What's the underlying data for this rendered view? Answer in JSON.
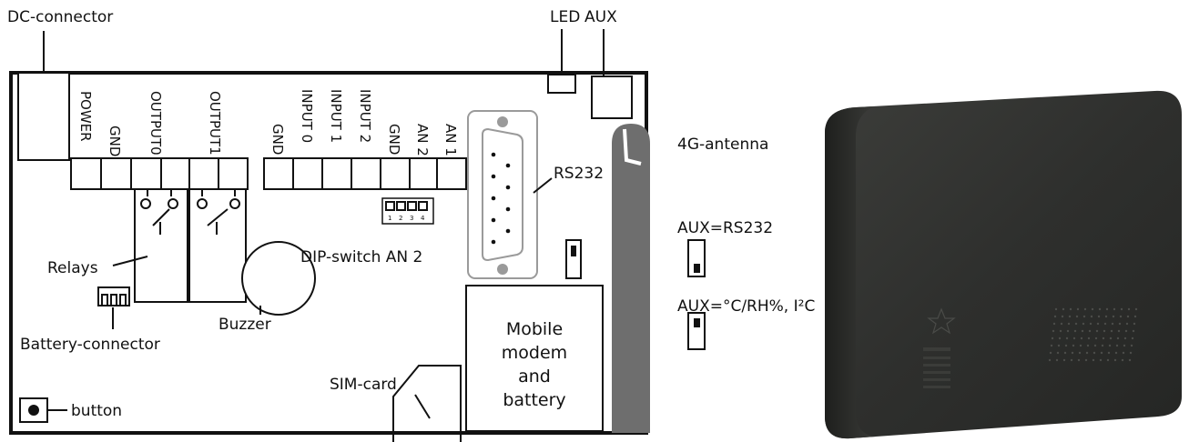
{
  "labels": {
    "dc_connector": "DC-connector",
    "led": "LED",
    "aux": "AUX",
    "antenna": "4G-antenna",
    "rs232": "RS232",
    "aux_rs232": "AUX=RS232",
    "aux_sensor": "AUX=°C/RH%, I²C",
    "relays": "Relays",
    "dip_switch": "DIP-switch AN 2",
    "battery_connector": "Battery-connector",
    "buzzer": "Buzzer",
    "sim_card": "SIM-card",
    "button": "button"
  },
  "terminals_left": [
    "POWER",
    "GND",
    "OUTPUT0",
    "OUTPUT1"
  ],
  "terminals_right": [
    "GND",
    "INPUT 0",
    "INPUT 1",
    "INPUT 2",
    "GND",
    "AN 2",
    "AN 1"
  ],
  "dip_numbers": [
    "1",
    "2",
    "3",
    "4"
  ],
  "modem_lines": [
    "Mobile",
    "modem",
    "and",
    "battery"
  ],
  "colors": {
    "antenna": "#6e6e6e",
    "db9_outline": "#9a9a9a",
    "device_dark": "#2b2c2a",
    "device_light": "#3c3d3a"
  }
}
